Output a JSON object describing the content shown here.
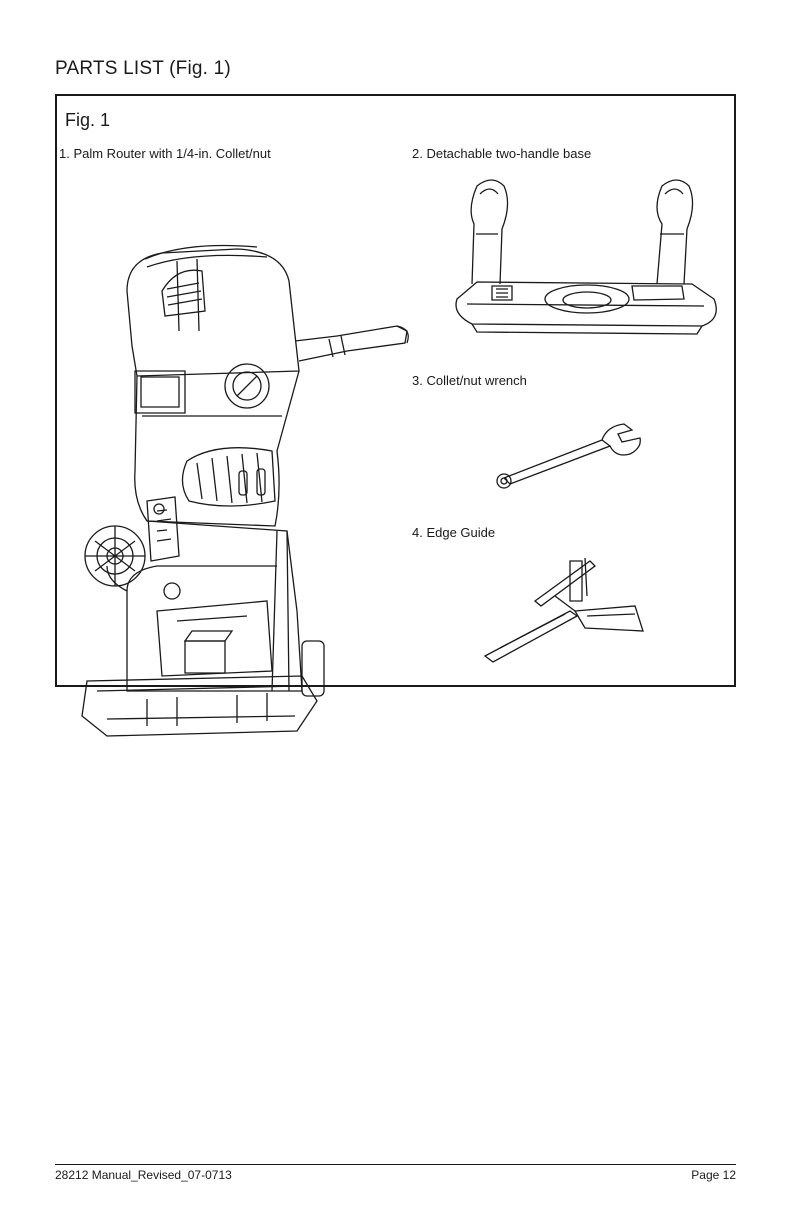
{
  "page": {
    "heading": "PARTS LIST (Fig. 1)",
    "figure": {
      "label": "Fig. 1",
      "parts": [
        "1. Palm Router with 1/4-in. Collet/nut",
        "2. Detachable two-handle base",
        "3. Collet/nut wrench",
        "4. Edge Guide"
      ]
    },
    "footer": {
      "document": "28212 Manual_Revised_07-0713",
      "page": "Page 12"
    }
  }
}
